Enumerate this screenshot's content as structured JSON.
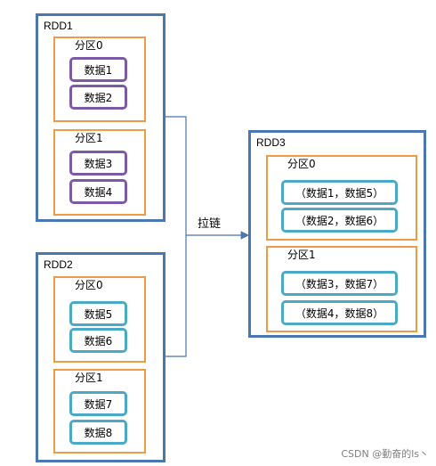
{
  "rdd1": {
    "label": "RDD1",
    "partitions": [
      {
        "label": "分区0",
        "items": [
          "数据1",
          "数据2"
        ]
      },
      {
        "label": "分区1",
        "items": [
          "数据3",
          "数据4"
        ]
      }
    ]
  },
  "rdd2": {
    "label": "RDD2",
    "partitions": [
      {
        "label": "分区0",
        "items": [
          "数据5",
          "数据6"
        ]
      },
      {
        "label": "分区1",
        "items": [
          "数据7",
          "数据8"
        ]
      }
    ]
  },
  "rdd3": {
    "label": "RDD3",
    "partitions": [
      {
        "label": "分区0",
        "items": [
          "（数据1，数据5）",
          "（数据2，数据6）"
        ]
      },
      {
        "label": "分区1",
        "items": [
          "（数据3，数据7）",
          "（数据4，数据8）"
        ]
      }
    ]
  },
  "connector": {
    "label": "拉链"
  },
  "watermark": "CSDN @勤奋的ls丶",
  "colors": {
    "rdd_border": "#4a76b2",
    "partition_border": "#f09a45",
    "input_item_border_rdd1": "#7c5aa6",
    "input_item_border_rdd2": "#4aa9c4",
    "output_item_border": "#4aa9c4",
    "connector_line": "#4a76b2"
  }
}
